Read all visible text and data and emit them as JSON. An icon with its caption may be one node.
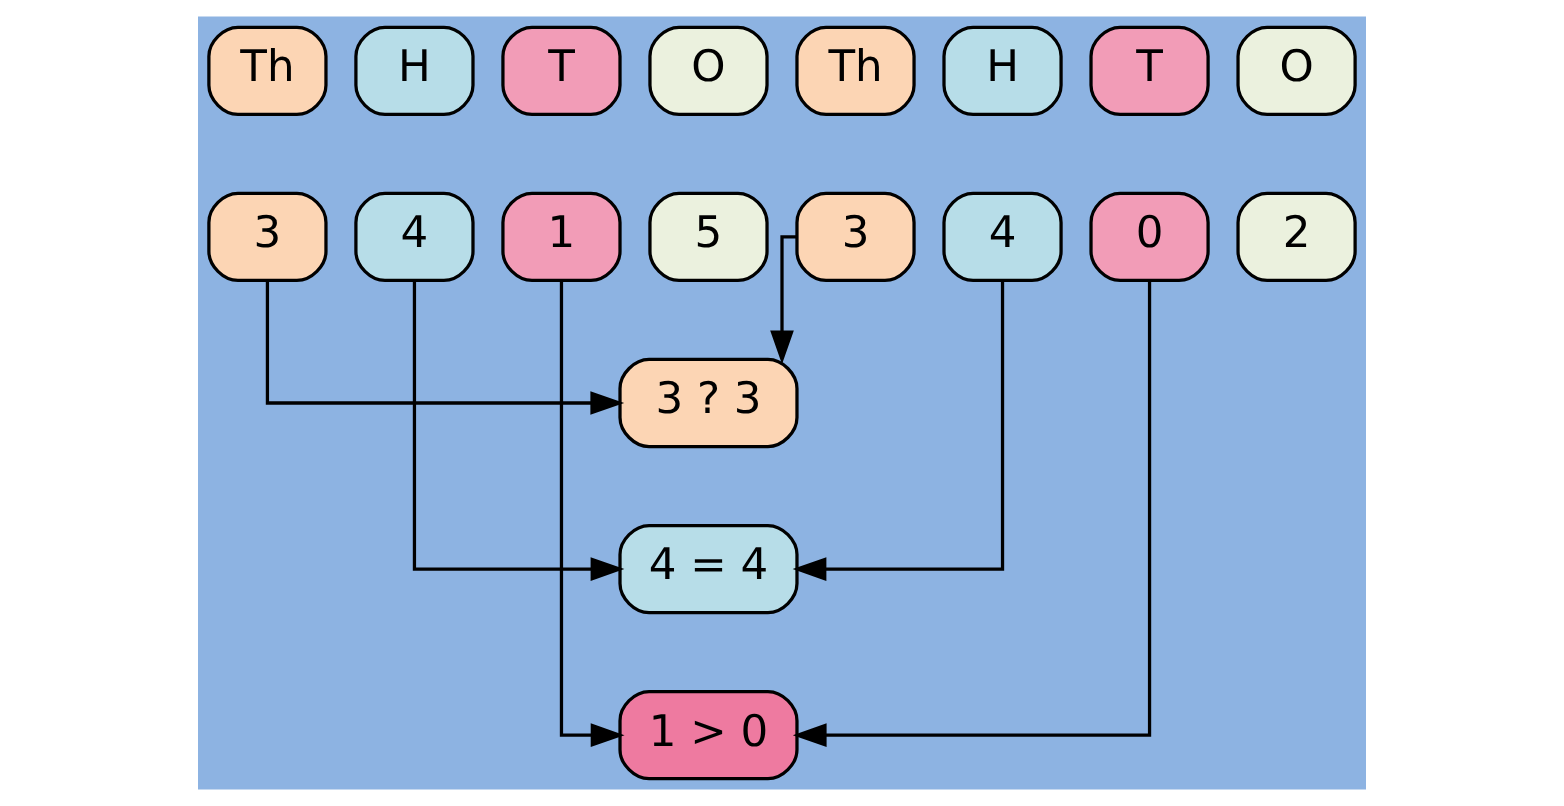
{
  "diagram": {
    "nodes": [
      {
        "text": [
          "Th"
        ]
      },
      {
        "text": [
          "H"
        ]
      },
      {
        "text": [
          "T"
        ]
      },
      {
        "text": [
          "O"
        ]
      },
      {
        "text": [
          "3"
        ]
      },
      {
        "text": [
          "4"
        ]
      },
      {
        "text": [
          "1"
        ]
      },
      {
        "text": [
          "5"
        ]
      },
      {
        "text": [
          "Th"
        ]
      },
      {
        "text": [
          "H"
        ]
      },
      {
        "text": [
          "T"
        ]
      },
      {
        "text": [
          "O"
        ]
      },
      {
        "text": [
          "3"
        ]
      },
      {
        "text": [
          "4"
        ]
      },
      {
        "text": [
          "0"
        ]
      },
      {
        "text": [
          "2"
        ]
      },
      {
        "text": [
          "3 ? 3"
        ]
      },
      {
        "text": [
          "4 = 4"
        ]
      },
      {
        "text": [
          "1 > 0"
        ]
      }
    ],
    "edges": [
      {
        "from": 4,
        "to": 16,
        "arrow": "to"
      },
      {
        "from": 12,
        "to": 16,
        "arrow": "to"
      },
      {
        "from": 5,
        "to": 17,
        "arrow": "to"
      },
      {
        "from": 13,
        "to": 17,
        "arrow": "to"
      },
      {
        "from": 6,
        "to": 18,
        "arrow": "to"
      },
      {
        "from": 14,
        "to": 18,
        "arrow": "to"
      }
    ]
  }
}
